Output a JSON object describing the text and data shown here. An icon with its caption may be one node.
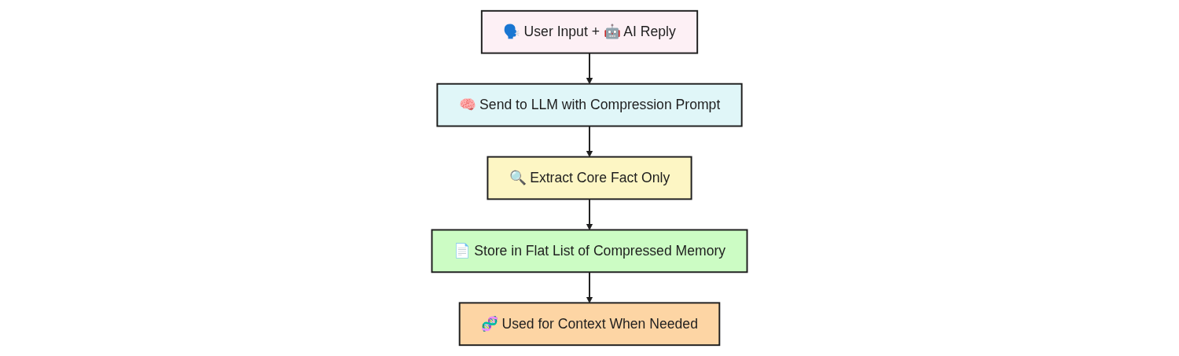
{
  "diagram": {
    "nodes": [
      {
        "text": [
          "🗣️ User Input + 🤖 AI Reply"
        ]
      },
      {
        "text": [
          "🧠 Send to LLM with Compression Prompt"
        ]
      },
      {
        "text": [
          "🔍 Extract Core Fact Only"
        ]
      },
      {
        "text": [
          "📄 Store in Flat List of Compressed Memory"
        ]
      },
      {
        "text": [
          "🧬 Used for Context When Needed"
        ]
      }
    ],
    "edges": [
      {
        "from": 0,
        "to": 1,
        "arrow": "to"
      },
      {
        "from": 1,
        "to": 2,
        "arrow": "to"
      },
      {
        "from": 2,
        "to": 3,
        "arrow": "to"
      },
      {
        "from": 3,
        "to": 4,
        "arrow": "to"
      }
    ]
  }
}
